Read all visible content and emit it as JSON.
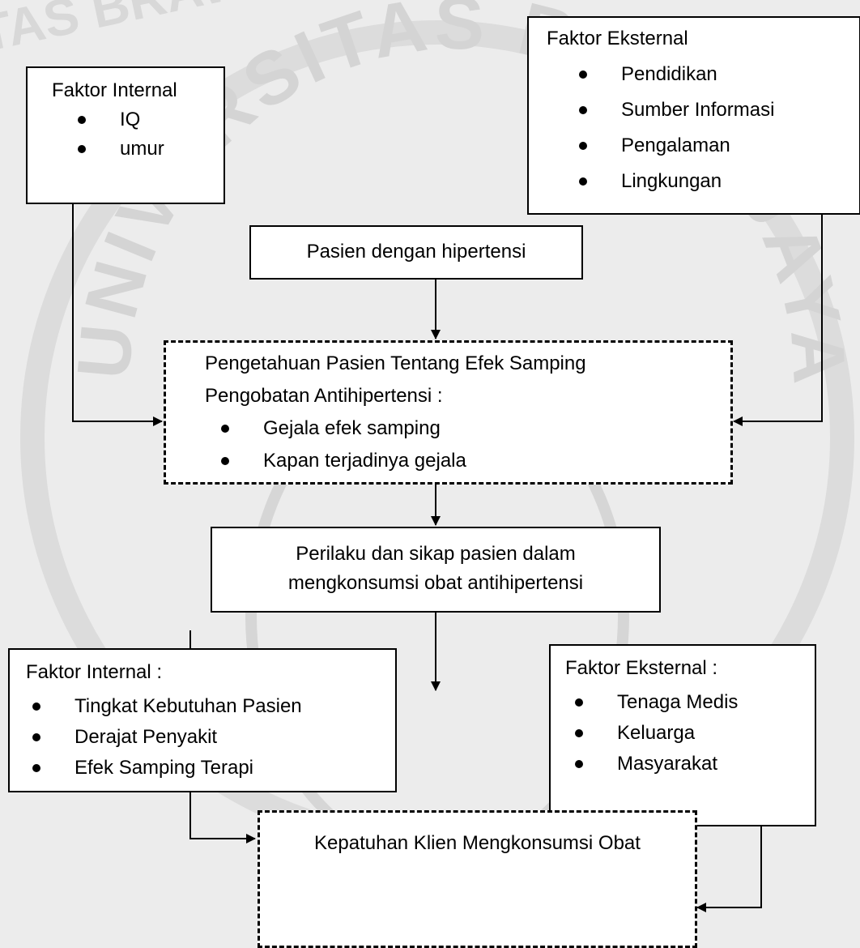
{
  "watermark": {
    "arc_text": "UNIVERSITAS BRAWIJAYA",
    "corner_text": "TAS BRAWIJAYA"
  },
  "boxes": {
    "ext_top": {
      "title": "Faktor Eksternal",
      "items": [
        "Pendidikan",
        "Sumber Informasi",
        "Pengalaman",
        "Lingkungan"
      ]
    },
    "int_top": {
      "title": "Faktor Internal",
      "items": [
        "IQ",
        "umur"
      ]
    },
    "patient": {
      "text": "Pasien dengan hipertensi"
    },
    "knowledge": {
      "title_line1": "Pengetahuan Pasien Tentang Efek Samping",
      "title_line2": "Pengobatan Antihipertensi :",
      "items": [
        "Gejala efek samping",
        "Kapan terjadinya gejala"
      ]
    },
    "behavior": {
      "line1": "Perilaku dan sikap pasien dalam",
      "line2": "mengkonsumsi obat antihipertensi"
    },
    "int_bottom": {
      "title": "Faktor Internal :",
      "items": [
        "Tingkat Kebutuhan Pasien",
        "Derajat Penyakit",
        "Efek Samping Terapi"
      ]
    },
    "ext_bottom": {
      "title": "Faktor Eksternal :",
      "items": [
        "Tenaga Medis",
        "Keluarga",
        "Masyarakat"
      ]
    },
    "compliance": {
      "text": "Kepatuhan Klien Mengkonsumsi Obat"
    }
  }
}
